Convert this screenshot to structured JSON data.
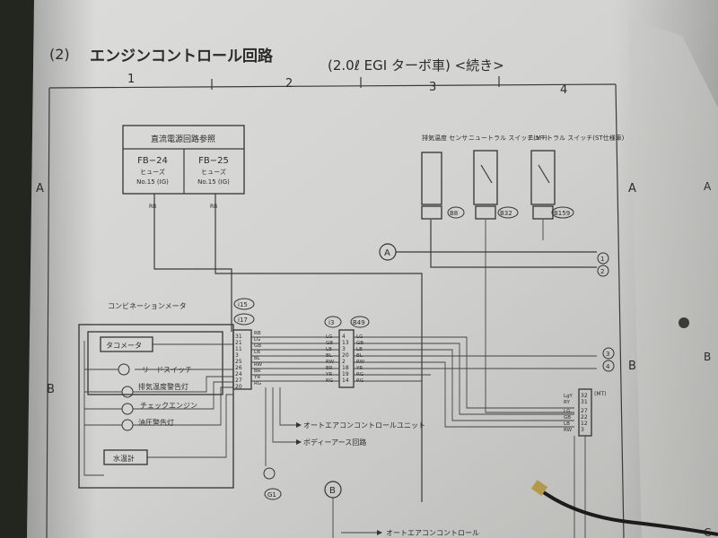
{
  "header": {
    "section_no": "(2)",
    "title": "エンジンコントロール回路",
    "subtitle": "(2.0ℓ EGI ターボ車) <続き>"
  },
  "columns": [
    "1",
    "2",
    "3",
    "4"
  ],
  "rows": [
    "A",
    "B",
    "C"
  ],
  "fuse_box": {
    "title": "直流電源回路参照",
    "left": {
      "id": "FB−24",
      "name": "ヒューズ",
      "no": "No.15 (IG)"
    },
    "right": {
      "id": "FB−25",
      "name": "ヒューズ",
      "no": "No.15 (IG)"
    }
  },
  "components": {
    "exhaust_sensor": "排気温度\nセンサ",
    "neutral_mt": "ニュートラル\nスイッチ(MT)",
    "neutral_st": "ニュートラル\nスイッチ(ST仕様車)",
    "combination_meter": "コンビネーションメータ",
    "tachometer": "タコメータ",
    "reed_switch": "リードスイッチ",
    "exhaust_warning": "排気温度警告灯",
    "check_engine": "チェックエンジン",
    "oil_warning": "油圧警告灯",
    "water_temp": "水温計"
  },
  "connectors": {
    "b8": "B8",
    "b32": "B32",
    "b159": "B159",
    "i15": "i15",
    "i17": "i17",
    "i3": "i3",
    "b49": "B49",
    "g1": "G1",
    "node_a": "A",
    "node_b": "B",
    "mt": "(MT)"
  },
  "references": {
    "aircon_unit": "オートエアコンコントロールユニット",
    "body_ground": "ボディーアース回路",
    "aircon_bottom": "オートエアコンコントロール"
  },
  "circled_refs": [
    "1",
    "2",
    "3",
    "4"
  ],
  "pin_labels": {
    "meter_pins": [
      "31",
      "21",
      "11",
      "3",
      "25",
      "26",
      "24",
      "27",
      "20"
    ],
    "wire_colors_left": [
      "RB",
      "LG",
      "GB",
      "LB",
      "BL",
      "RW",
      "BR",
      "YR",
      "RG"
    ],
    "mid_left": [
      "LG",
      "GB",
      "LB",
      "BL",
      "RW",
      "BR",
      "YR",
      "RG"
    ],
    "mid_pins": [
      "4",
      "13",
      "3",
      "20",
      "2",
      "18",
      "19",
      "14"
    ],
    "mid_right": [
      "LG",
      "GB",
      "LB",
      "BL",
      "RW",
      "YR",
      "RG",
      "RG"
    ],
    "right_pins": [
      "32",
      "31",
      "27",
      "22",
      "12",
      "3"
    ],
    "right_colors": [
      "LgY",
      "RY",
      "LG",
      "GB",
      "LB",
      "RW"
    ]
  }
}
